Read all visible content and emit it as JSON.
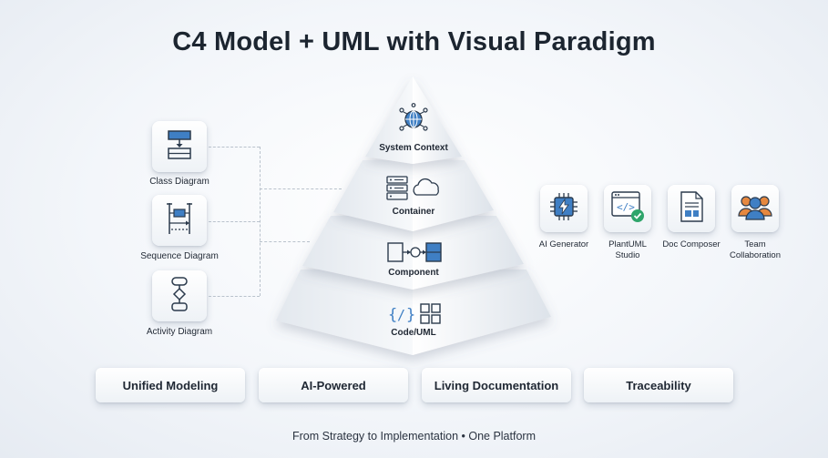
{
  "title": "C4 Model + UML with Visual Paradigm",
  "uml_diagrams": [
    {
      "label": "Class Diagram",
      "icon": "class-diagram-icon"
    },
    {
      "label": "Sequence Diagram",
      "icon": "sequence-diagram-icon"
    },
    {
      "label": "Activity Diagram",
      "icon": "activity-diagram-icon"
    }
  ],
  "pyramid_levels": [
    {
      "label": "System Context",
      "icon": "globe-network-icon"
    },
    {
      "label": "Container",
      "icon": "server-cloud-icon"
    },
    {
      "label": "Component",
      "icon": "components-icon"
    },
    {
      "label": "Code/UML",
      "icon": "code-grid-icon"
    }
  ],
  "tools": [
    {
      "label": "AI Generator",
      "icon": "ai-chip-icon"
    },
    {
      "label": "PlantUML Studio",
      "icon": "plantuml-code-icon"
    },
    {
      "label": "Doc Composer",
      "icon": "document-icon"
    },
    {
      "label": "Team Collaboration",
      "icon": "team-people-icon"
    }
  ],
  "features": [
    "Unified Modeling",
    "AI-Powered",
    "Living Documentation",
    "Traceability"
  ],
  "footer": "From Strategy to Implementation • One Platform",
  "colors": {
    "accent_blue": "#3f7fc4",
    "accent_orange": "#e6883f",
    "check_green": "#2fa56b",
    "text_dark": "#1c2530"
  }
}
